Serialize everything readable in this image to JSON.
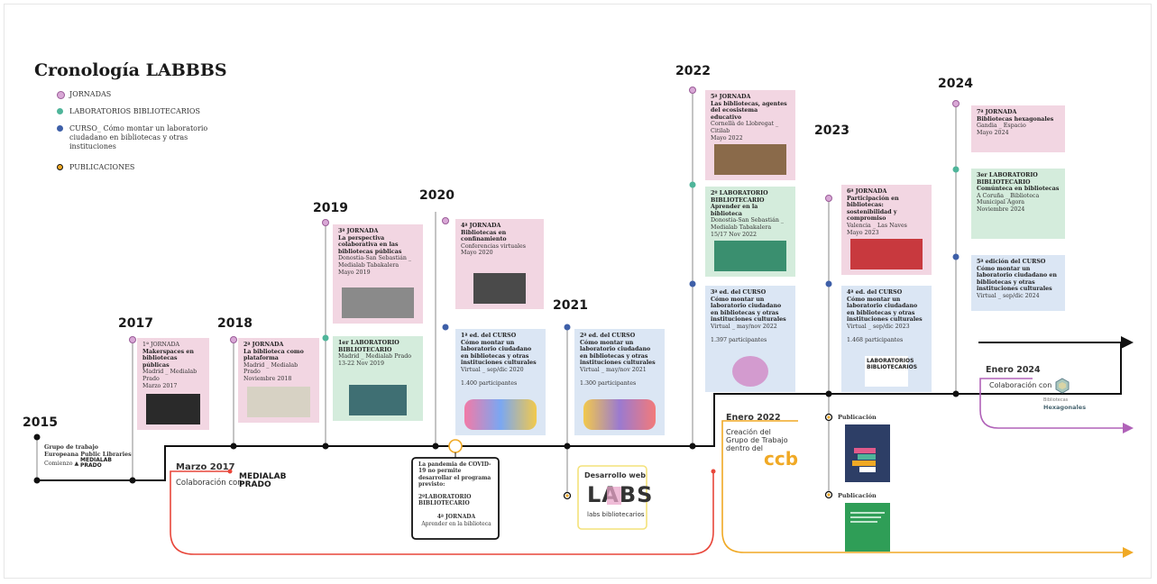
{
  "title": "Cronología LABBBS",
  "legend": {
    "jornadas": "JORNADAS",
    "laboratorios": "LABORATORIOS BIBLIOTECARIOS",
    "curso": "CURSO_ Cómo montar un laboratorio ciudadano en bibliotecas y otras instituciones",
    "publicaciones": "PUBLICACIONES",
    "colors": {
      "jornadas": "#c98bc3",
      "laboratorios": "#4fb59a",
      "curso": "#3e5fa8",
      "publicaciones": "#f0a925"
    }
  },
  "years": {
    "y2015": "2015",
    "y2017": "2017",
    "y2018": "2018",
    "y2019": "2019",
    "y2020": "2020",
    "y2021": "2021",
    "y2022": "2022",
    "y2023": "2023",
    "y2024": "2024"
  },
  "notes": {
    "n2015_a": "Grupo de trabajo Europeana Public Libraries",
    "n2015_b": "Comienzo ▲",
    "medialab_prado_small": "MEDIALAB PRADO",
    "marzo2017": "Marzo 2017",
    "colab_prado": "Colaboración con",
    "medialab_prado_big": "MEDIALAB PRADO",
    "enero2022": "Enero 2022",
    "creacion": "Creación del Grupo de Trabajo dentro del",
    "ccb": "ccb",
    "enero2024": "Enero 2024",
    "colab_hex": "Colaboración con",
    "hexagonales": "Hexagonales",
    "hexagonales_small": "Bibliotecas",
    "desarrollo": "Desarrollo web",
    "labs_logo": "LABS",
    "labs_sub": "labs bibliotecarios",
    "publicacion1": "Publicación",
    "publicacion2": "Publicación"
  },
  "covid": {
    "l1": "La pandemia de COVID-19 no permite desarrollar el programa previsto:",
    "l2": "2ºLABORATORIO BIBLIOTECARIO",
    "l3": "4ª JORNADA",
    "l4": "Aprender en la biblioteca"
  },
  "cards": {
    "j1": {
      "h": "1ª JORNADA",
      "t": "Makerspaces en bibliotecas públicas",
      "p": "Madrid _ Medialab Prado",
      "d": "Marzo 2017"
    },
    "j2": {
      "h": "2ª JORNADA",
      "t": "La biblioteca como plataforma",
      "p": "Madrid _ Medialab Prado",
      "d": "Noviembre 2018"
    },
    "j3": {
      "h": "3ª JORNADA",
      "t": "La perspectiva colaborativa en las bibliotecas públicas",
      "p": "Donostia-San Sebastián _ Medialab Tabakalera",
      "d": "Mayo 2019"
    },
    "l1": {
      "h": "1er LABORATORIO BIBLIOTECARIO",
      "t": "",
      "p": "Madrid _ Medialab Prado",
      "d": "13-22 Nov 2019"
    },
    "j4": {
      "h": "4ª JORNADA",
      "t": "Bibliotecas en confinamiento",
      "p": "Conferencias virtuales",
      "d": "Mayo 2020"
    },
    "c1": {
      "h": "1ª ed. del CURSO",
      "t": "Cómo montar un laboratorio ciudadano en bibliotecas y otras instituciones culturales",
      "p": "Virtual _ sep/dic 2020",
      "d": "1.400 participantes"
    },
    "c2": {
      "h": "2ª ed. del CURSO",
      "t": "Cómo montar un laboratorio ciudadano en bibliotecas y otras instituciones culturales",
      "p": "Virtual _ may/nov 2021",
      "d": "1.300 participantes"
    },
    "j5": {
      "h": "5ª JORNADA",
      "t": "Las bibliotecas, agentes del ecosistema educativo",
      "p": "Cornellà de Llobregat _ Citilab",
      "d": "Mayo 2022"
    },
    "l2": {
      "h": "2º LABORATORIO BIBLIOTECARIO",
      "t": "Aprender en la biblioteca",
      "p": "Donostia-San Sebastián _ Medialab Tabakalera",
      "d": "15/17 Nov 2022"
    },
    "c3": {
      "h": "3ª ed. del CURSO",
      "t": "Cómo montar un laboratorio ciudadano en bibliotecas y otras instituciones culturales",
      "p": "Virtual _ may/nov 2022",
      "d": "1.397 participantes"
    },
    "j6": {
      "h": "6ª JORNADA",
      "t": "Participación en bibliotecas: sostenibilidad y compromiso",
      "p": "Valencia _ Las Naves",
      "d": "Mayo 2023"
    },
    "c4": {
      "h": "4ª ed. del CURSO",
      "t": "Cómo montar un laboratorio ciudadano en bibliotecas y otras instituciones culturales",
      "p": "Virtual _ sep/dic 2023",
      "d": "1.468 participantes"
    },
    "j7": {
      "h": "7ª JORNADA",
      "t": "Bibliotecas hexagonales",
      "p": "Gandia _ Espacio",
      "d": "Mayo 2024"
    },
    "l3": {
      "h": "3er LABORATORIO BIBLIOTECARIO",
      "t": "Comúnteca en bibliotecas",
      "p": "A Coruña _ Biblioteca Municipal Ágora",
      "d": "Noviembre 2024"
    },
    "c5": {
      "h": "5ª edición del CURSO",
      "t": "Cómo montar un laboratorio ciudadano en bibliotecas y otras instituciones culturales",
      "p": "Virtual _ sep/dic 2024",
      "d": ""
    }
  },
  "labs_book": "LABORATORIOS BIBLIOTECARIOS"
}
